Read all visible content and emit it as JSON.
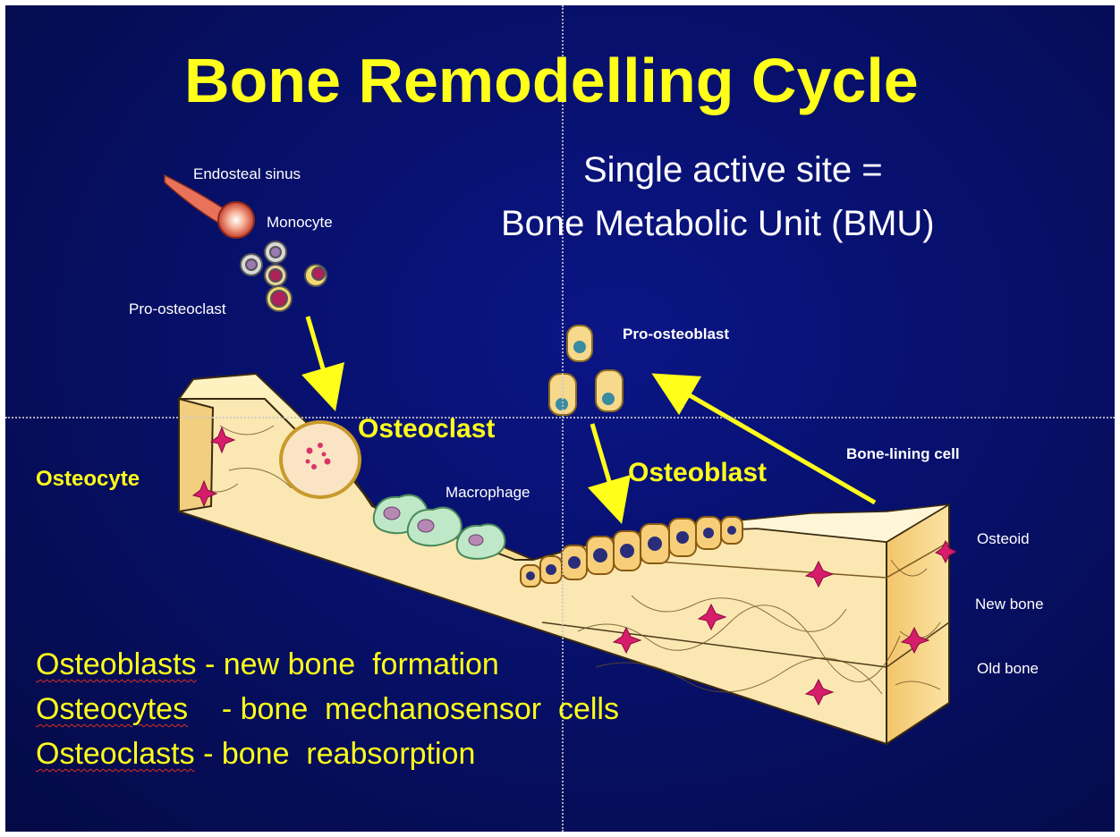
{
  "slide": {
    "title": "Bone Remodelling Cycle",
    "subtitle_line1": "Single active site =",
    "subtitle_line2": "Bone Metabolic Unit (BMU)",
    "background_color": "#07106a",
    "accent_color": "#ffff1a"
  },
  "labels": {
    "endosteal_sinus": "Endosteal  sinus",
    "monocyte": "Monocyte",
    "pro_osteoclast": "Pro-osteoclast",
    "pro_osteoblast": "Pro-osteoblast",
    "osteoclast": "Osteoclast",
    "osteocyte": "Osteocyte",
    "macrophage": "Macrophage",
    "osteoblast": "Osteoblast",
    "bone_lining_cell": "Bone-lining cell",
    "osteoid": "Osteoid",
    "new_bone": "New bone",
    "old_bone": "Old bone"
  },
  "summary": [
    {
      "term": "Osteoblasts",
      "desc": " - new bone  formation"
    },
    {
      "term": "Osteocytes",
      "desc": "    - bone  mechanosensor  cells"
    },
    {
      "term": "Osteoclasts",
      "desc": " - bone  reabsorption"
    }
  ]
}
